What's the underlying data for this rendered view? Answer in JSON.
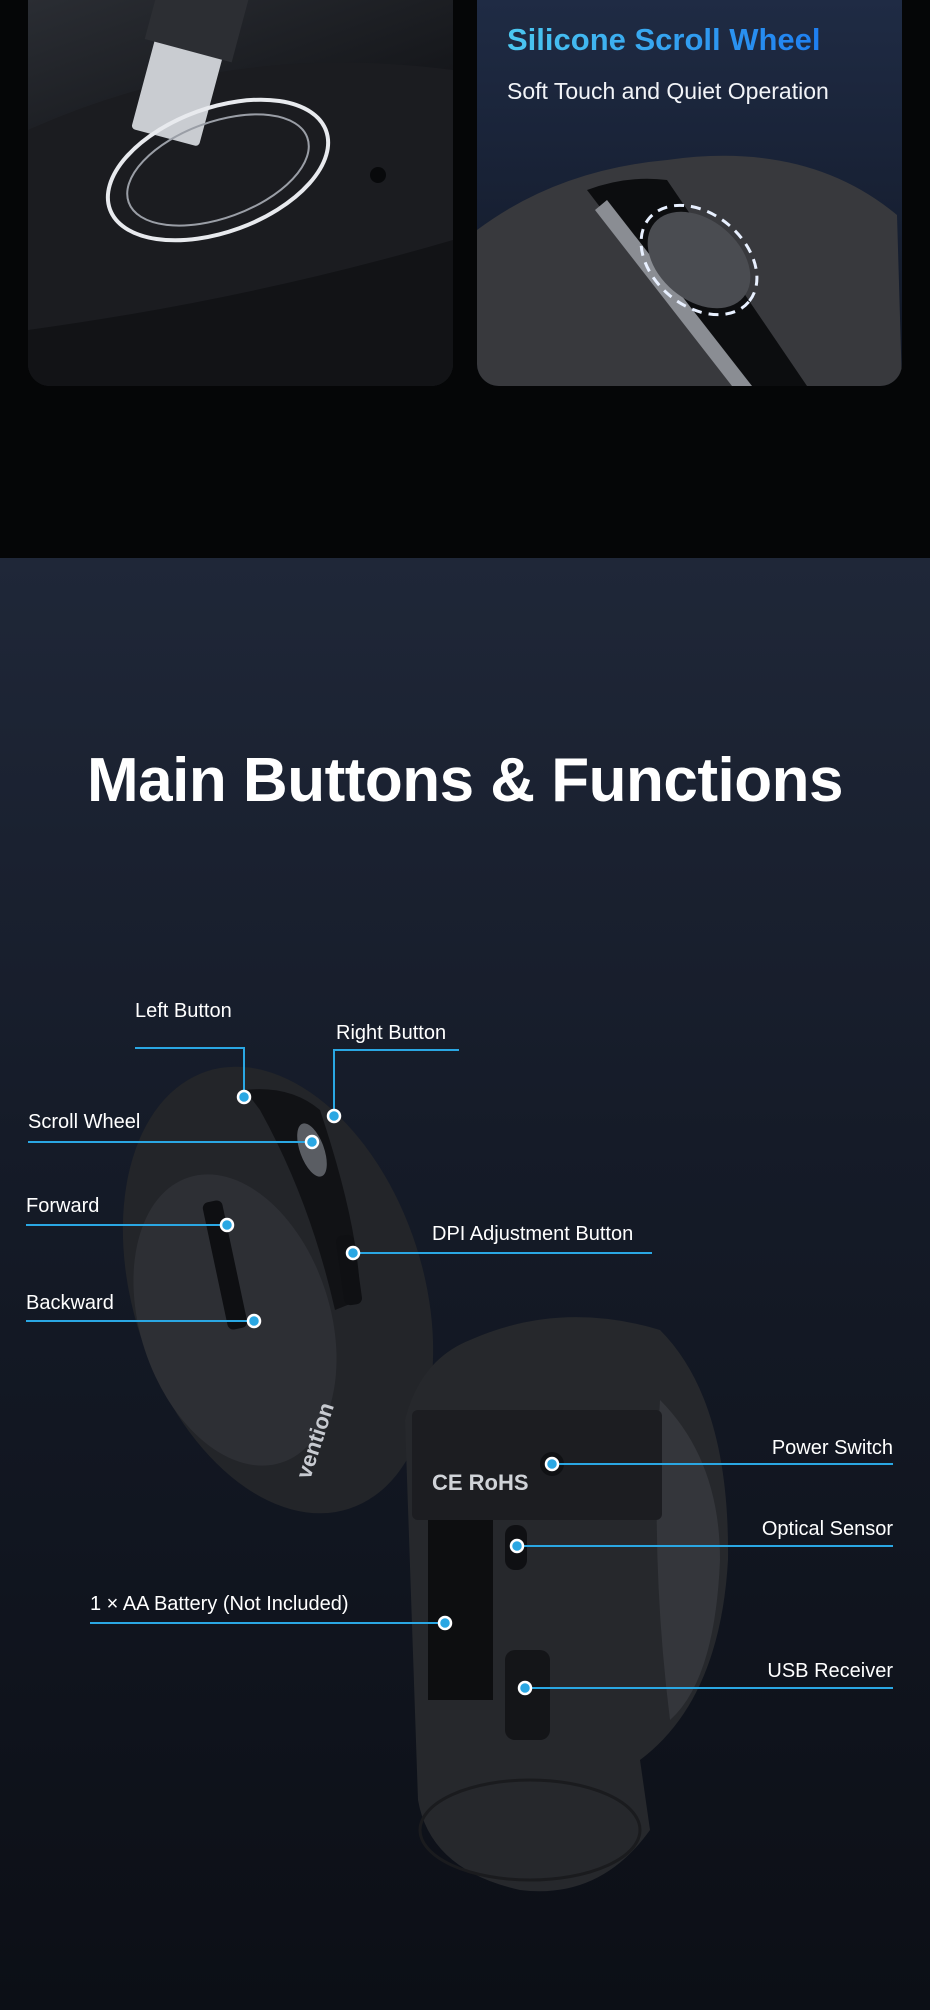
{
  "feature_card": {
    "title": "Silicone Scroll Wheel",
    "subtitle": "Soft Touch and Quiet Operation"
  },
  "section": {
    "title": "Main Buttons & Functions"
  },
  "callouts": {
    "left_button": "Left Button",
    "right_button": "Right Button",
    "scroll_wheel": "Scroll Wheel",
    "forward": "Forward",
    "backward": "Backward",
    "dpi_button": "DPI Adjustment Button",
    "power_switch": "Power Switch",
    "optical_sensor": "Optical Sensor",
    "battery": "1 × AA Battery (Not Included)",
    "usb_receiver": "USB Receiver"
  },
  "brand": "vention",
  "colors": {
    "accent": "#2aa7e3",
    "title_gradient_start": "#4cc8f0",
    "title_gradient_end": "#1e7ef0"
  }
}
